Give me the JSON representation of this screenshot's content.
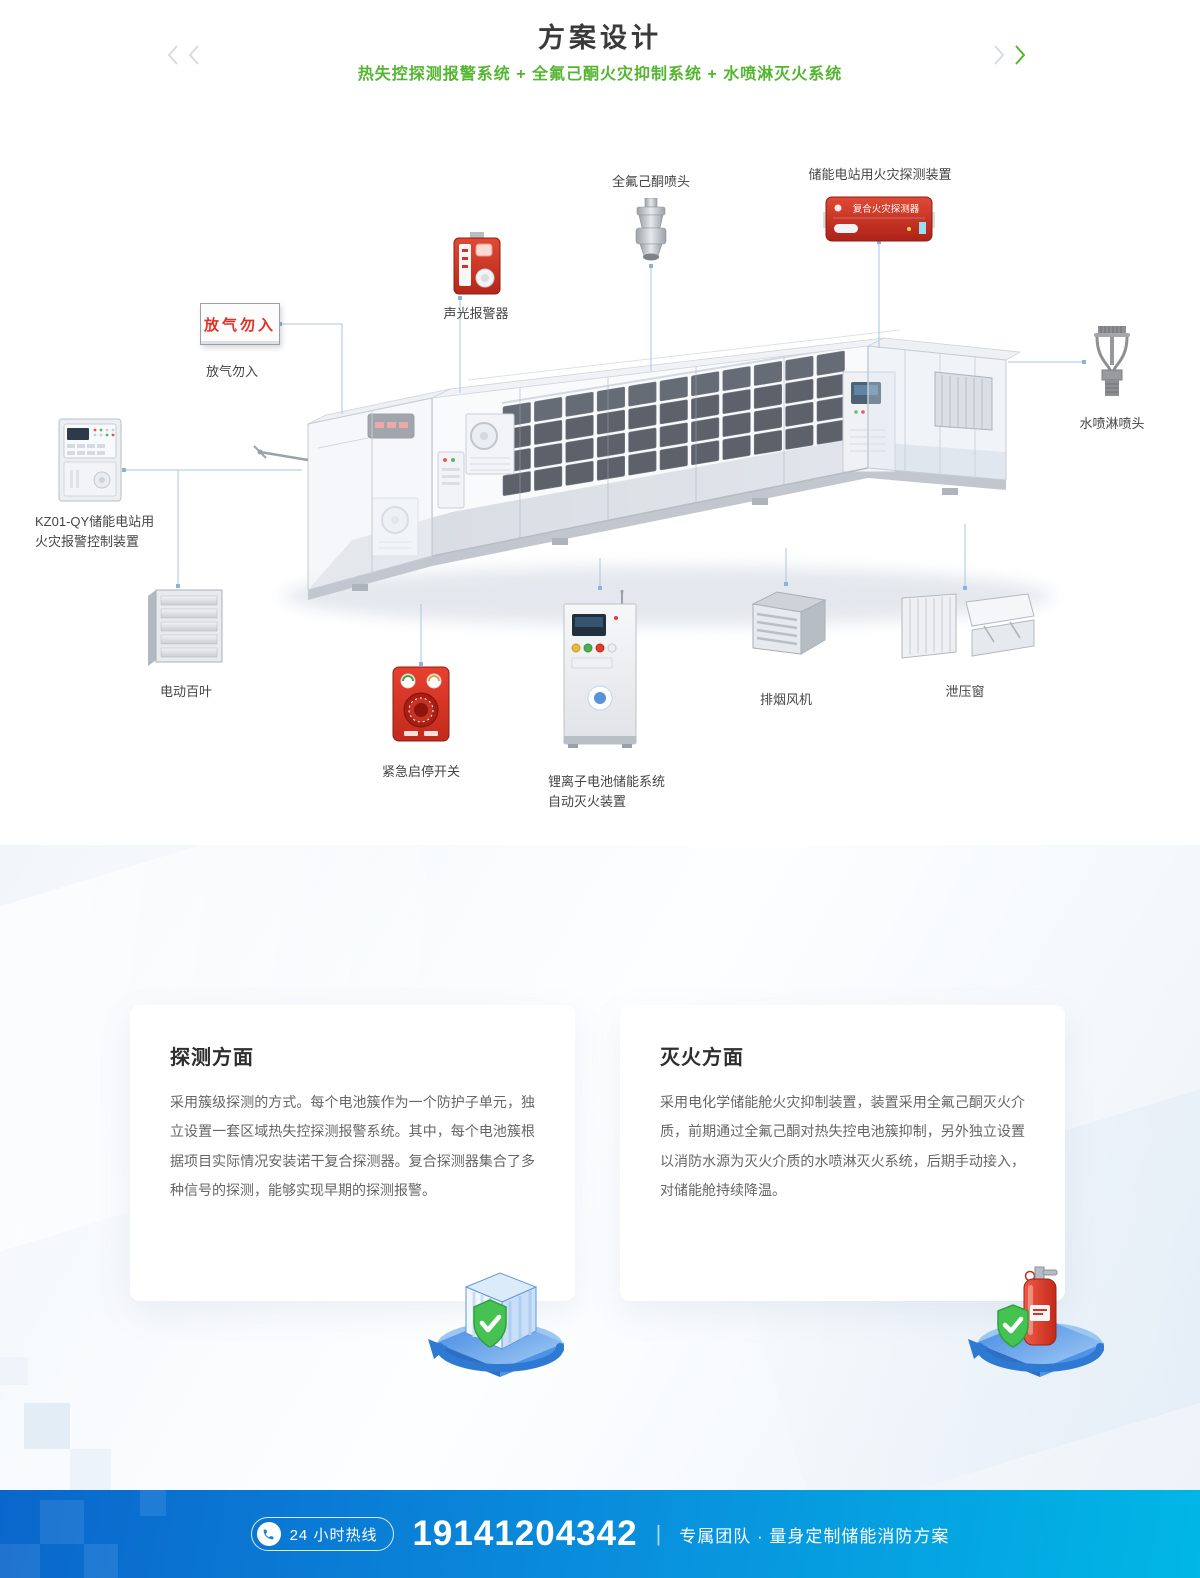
{
  "header": {
    "title": "方案设计",
    "subtitle": "热失控探测报警系统 + 全氟己酮火灾抑制系统 + 水喷淋灭火系统"
  },
  "diagram": {
    "labels": {
      "nozzle": "全氟己酮喷头",
      "detector": "储能电站用火灾探测装置",
      "alarm": "声光报警器",
      "sign": "放气勿入",
      "controller_line1": "KZ01-QY储能电站用",
      "controller_line2": "火灾报警控制装置",
      "louver": "电动百叶",
      "switch": "紧急启停开关",
      "cabinet_line1": "锂离子电池储能系统",
      "cabinet_line2": "自动灭火装置",
      "fan": "排烟风机",
      "vent": "泄压窗",
      "sprinkler": "水喷淋喷头"
    },
    "device_texts": {
      "sign": "放气勿入",
      "detector": "复合火灾探测器"
    }
  },
  "cards": [
    {
      "title": "探测方面",
      "body": "采用簇级探测的方式。每个电池簇作为一个防护子单元，独立设置一套区域热失控探测报警系统。其中，每个电池簇根据项目实际情况安装诺干复合探测器。复合探测器集合了多种信号的探测，能够实现早期的探测报警。"
    },
    {
      "title": "灭火方面",
      "body": "采用电化学储能舱火灾抑制装置，装置采用全氟己酮灭火介质，前期通过全氟己酮对热失控电池簇抑制，另外独立设置以消防水源为灭火介质的水喷淋灭火系统，后期手动接入，对储能舱持续降温。"
    }
  ],
  "footer": {
    "hotline_label": "24 小时热线",
    "phone": "19141204342",
    "divider": "|",
    "tagline": "专属团队 · 量身定制储能消防方案"
  },
  "icons": {
    "hotline": "phone-icon",
    "prev": "chevron-left-icon",
    "next": "chevron-right-icon"
  },
  "colors": {
    "accent_green": "#54b531",
    "device_red": "#d2342a",
    "connector_blue": "#a9c6e2",
    "footer_gradient_start": "#0a66cc",
    "footer_gradient_end": "#00b7e6"
  }
}
